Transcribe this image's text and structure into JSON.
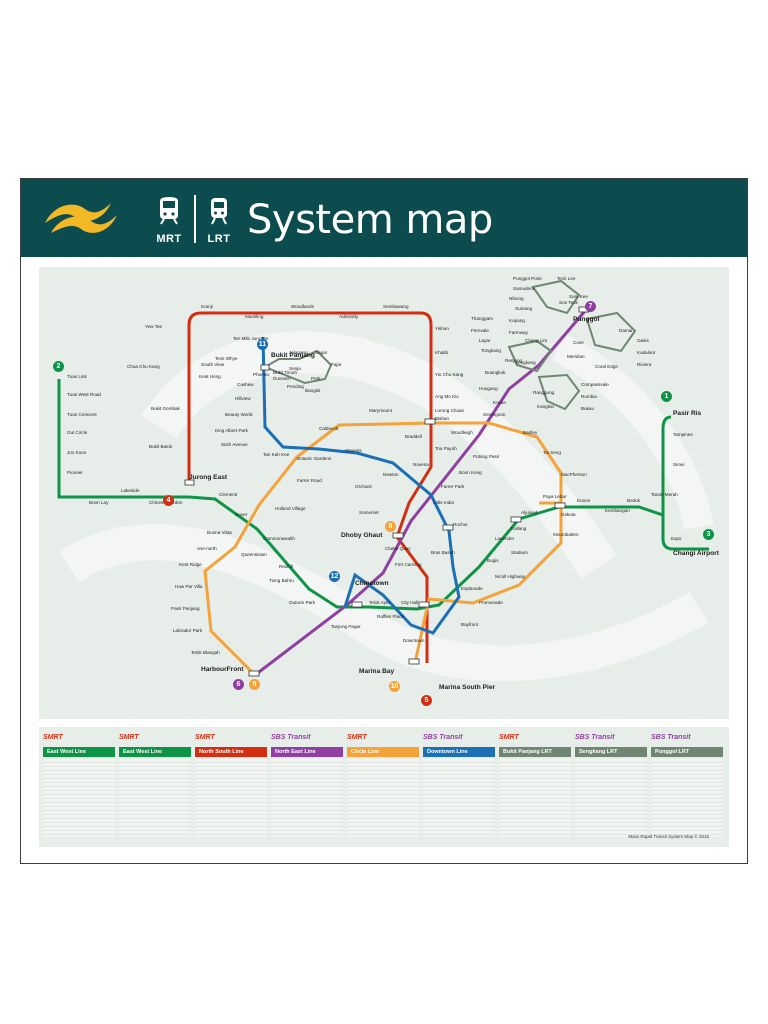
{
  "header": {
    "title": "System map",
    "mrt_label": "MRT",
    "lrt_label": "LRT"
  },
  "colors": {
    "ewl": "#0f9447",
    "nsl": "#d42e12",
    "nel": "#8f3fa1",
    "ccl": "#f4a23a",
    "dtl": "#1a6fb5",
    "lrt": "#708673",
    "brand": "#0d4c4e",
    "logo": "#f2b826"
  },
  "line_badges": [
    {
      "num": "1",
      "color": "#0f9447"
    },
    {
      "num": "2",
      "color": "#0f9447"
    },
    {
      "num": "3",
      "color": "#0f9447"
    },
    {
      "num": "4",
      "color": "#d42e12"
    },
    {
      "num": "5",
      "color": "#d42e12"
    },
    {
      "num": "6",
      "color": "#8f3fa1"
    },
    {
      "num": "7",
      "color": "#8f3fa1"
    },
    {
      "num": "8",
      "color": "#f4a23a"
    },
    {
      "num": "9",
      "color": "#f4a23a"
    },
    {
      "num": "10",
      "color": "#f4a23a"
    },
    {
      "num": "11",
      "color": "#1a6fb5"
    },
    {
      "num": "12",
      "color": "#1a6fb5"
    }
  ],
  "stations_major": [
    "Jurong East",
    "Dhoby Ghaut",
    "Chinatown",
    "HarbourFront",
    "Marina Bay",
    "Marina South Pier",
    "Pasir Ris",
    "Changi Airport",
    "Bukit Panjang",
    "Punggol"
  ],
  "stations_minor": [
    "Kranji",
    "Woodlands",
    "Sembawang",
    "Yew Tee",
    "Marsiling",
    "Admiralty",
    "Yishun",
    "Khatib",
    "Yio Chu Kang",
    "Ang Mo Kio",
    "Bishan",
    "Braddell",
    "Toa Payoh",
    "Novena",
    "Newton",
    "Orchard",
    "Somerset",
    "Choa Chu Kang",
    "Bukit Gombak",
    "Bukit Batok",
    "Tuas Link",
    "Tuas West Road",
    "Tuas Crescent",
    "Gul Circle",
    "Joo Koon",
    "Pioneer",
    "Boon Lay",
    "Lakeside",
    "Chinese Garden",
    "Clementi",
    "Dover",
    "Buona Vista",
    "Commonwealth",
    "Queenstown",
    "Redhill",
    "Tiong Bahru",
    "Outram Park",
    "Tanjong Pagar",
    "Raffles Place",
    "City Hall",
    "Bugis",
    "Lavender",
    "Kallang",
    "Aljunied",
    "Paya Lebar",
    "Eunos",
    "Kembangan",
    "Bedok",
    "Tanah Merah",
    "Simei",
    "Tampines",
    "Expo",
    "Sixth Avenue",
    "King Albert Park",
    "Beauty World",
    "Hillview",
    "Cashew",
    "Tan Kah Kee",
    "Botanic Gardens",
    "Caldecott",
    "Marymount",
    "Lorong Chuan",
    "Serangoon",
    "Woodleigh",
    "Potong Pasir",
    "Boon Keng",
    "Farrer Park",
    "Little India",
    "Rochor",
    "Bras Basah",
    "Esplanade",
    "Promenade",
    "Nicoll Highway",
    "Stadium",
    "Mountbatten",
    "Dakota",
    "MacPherson",
    "Tai Seng",
    "Bartley",
    "Kovan",
    "Hougang",
    "Buangkok",
    "Sengkang",
    "Stevens",
    "Farrer Road",
    "Holland Village",
    "one-north",
    "Kent Ridge",
    "Haw Par Villa",
    "Pasir Panjang",
    "Labrador Park",
    "Telok Blangah",
    "Clarke Quay",
    "Telok Ayer",
    "Downtown",
    "Bayfront",
    "Fort Canning",
    "Bukit Timah",
    "Dunearn",
    "Jelapang",
    "Segar",
    "Fajar",
    "Bangkit",
    "Pending",
    "Petir",
    "Senja",
    "Phoenix",
    "South View",
    "Keat Hong",
    "Teck Whye",
    "Ten Mile Junction",
    "Compassvale",
    "Rumbia",
    "Bakau",
    "Kangkar",
    "Ranggung",
    "Cheng Lim",
    "Farmway",
    "Kupang",
    "Thanggam",
    "Fernvale",
    "Layar",
    "Tongkang",
    "Renjong",
    "Punggol Point",
    "Samudera",
    "Nibong",
    "Sumang",
    "Soo Teck",
    "Teck Lee",
    "Sam Kee",
    "Damai",
    "Oasis",
    "Kadaloor",
    "Riviera",
    "Coral Edge",
    "Meridian",
    "Cove"
  ],
  "timetable": {
    "panels": [
      {
        "operator": "SMRT",
        "line": "East West Line",
        "color": "#0f9447",
        "opcolor": "#d42e12"
      },
      {
        "operator": "SMRT",
        "line": "East West Line",
        "color": "#0f9447",
        "opcolor": "#d42e12"
      },
      {
        "operator": "SMRT",
        "line": "North South Line",
        "color": "#d42e12",
        "opcolor": "#d42e12"
      },
      {
        "operator": "SBS Transit",
        "line": "North East Line",
        "color": "#8f3fa1",
        "opcolor": "#8f3fa1"
      },
      {
        "operator": "SMRT",
        "line": "Circle Line",
        "color": "#f4a23a",
        "opcolor": "#d42e12"
      },
      {
        "operator": "SBS Transit",
        "line": "Downtown Line",
        "color": "#1a6fb5",
        "opcolor": "#8f3fa1"
      },
      {
        "operator": "SMRT",
        "line": "Bukit Panjang LRT",
        "color": "#708673",
        "opcolor": "#d42e12"
      },
      {
        "operator": "SBS Transit",
        "line": "Sengkang LRT",
        "color": "#708673",
        "opcolor": "#8f3fa1"
      },
      {
        "operator": "SBS Transit",
        "line": "Punggol LRT",
        "color": "#708673",
        "opcolor": "#8f3fa1"
      }
    ]
  },
  "credit": "Mass Rapid Transit System Map © 2015"
}
